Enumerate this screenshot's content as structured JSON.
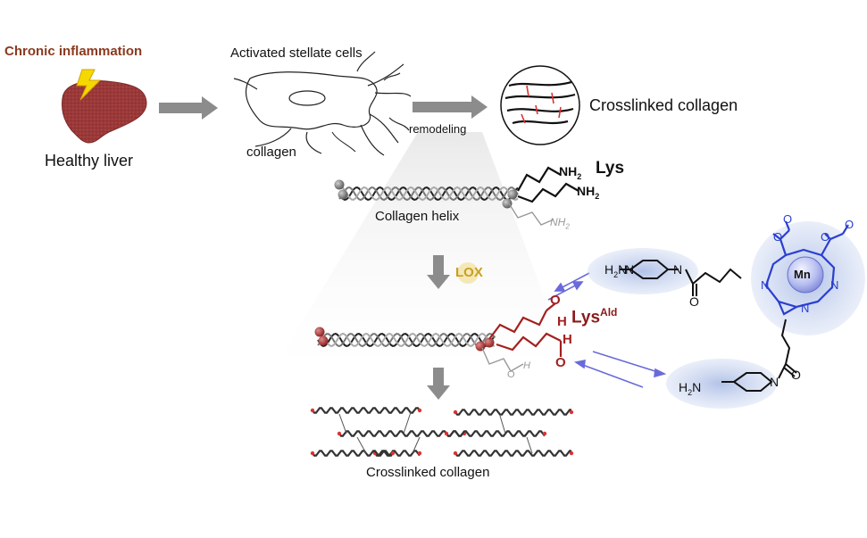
{
  "title_label": "Chronic inflammation",
  "stages": {
    "healthy_liver": "Healthy liver",
    "stellate_cells": "Activated stellate cells",
    "collagen": "collagen",
    "remodeling": "remodeling",
    "crosslinked_top": "Crosslinked collagen",
    "collagen_helix": "Collagen helix",
    "crosslinked_bottom": "Crosslinked collagen"
  },
  "chemistry": {
    "lys_label": "Lys",
    "lysald_label": "Lys",
    "lysald_sup": "Ald",
    "enzyme": "LOX",
    "nh2": "NH",
    "nh2_sub": "2",
    "aldehyde_o": "O",
    "aldehyde_h": "H",
    "metal": "Mn",
    "probe_amine_top": "H",
    "probe_amine_bottom": "H",
    "n_atom": "N",
    "o_atom": "O"
  },
  "colors": {
    "title": "#8a3a1e",
    "liver": "#9c3b3b",
    "lightning": "#f5d800",
    "arrow": "#8c8c8c",
    "aldehyde": "#a3201f",
    "lox": "#c8a020",
    "probe_glow": "#b7c6e8",
    "chelate": "#2a3fd0",
    "equilibrium": "#6a6adb"
  }
}
